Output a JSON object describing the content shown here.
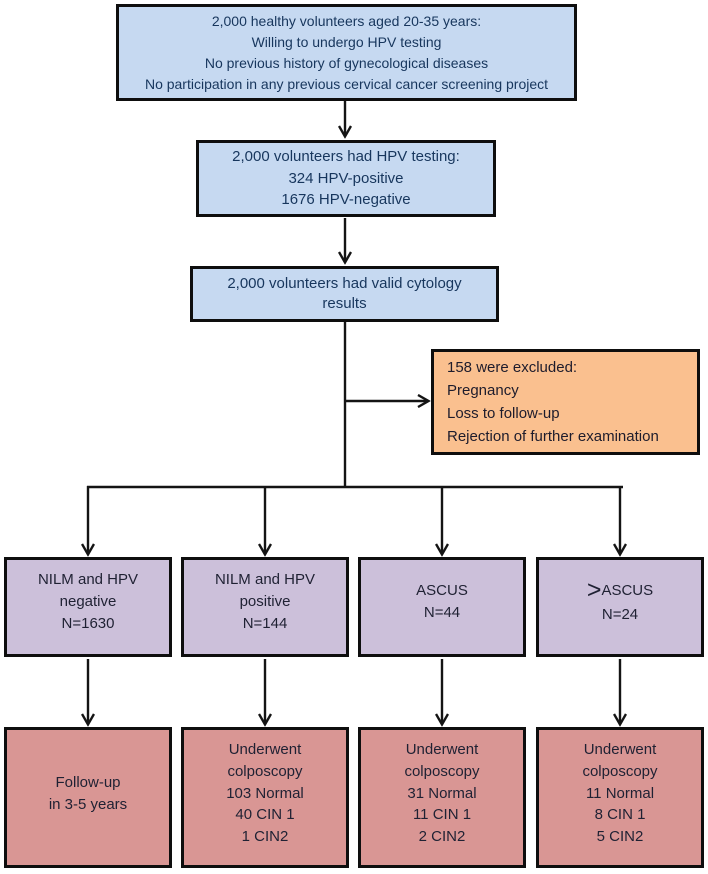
{
  "colors": {
    "box_blue": "#c6d9f1",
    "box_orange": "#fac08f",
    "box_purple": "#ccc0da",
    "box_pink": "#d99694",
    "border": "#0e0e0e",
    "line": "#141414"
  },
  "flowchart": {
    "enrolled": {
      "lines": [
        "2,000 healthy volunteers aged 20-35 years:",
        "Willing to undergo HPV testing",
        "No previous history of gynecological diseases",
        "No participation in any previous cervical cancer screening project"
      ]
    },
    "hpv_testing": {
      "lines": [
        "2,000 volunteers had HPV testing:",
        "324 HPV-positive",
        "1676 HPV-negative"
      ]
    },
    "cytology": {
      "lines": [
        "2,000 volunteers had valid cytology",
        "results"
      ]
    },
    "excluded": {
      "lines": [
        "158 were excluded:",
        "Pregnancy",
        "Loss to follow-up",
        "Rejection of further examination"
      ]
    },
    "groups": [
      {
        "lines": [
          "NILM and HPV",
          "negative",
          "N=1630"
        ]
      },
      {
        "lines": [
          "NILM and HPV",
          "positive",
          "N=144"
        ]
      },
      {
        "lines": [
          "ASCUS",
          "N=44"
        ]
      },
      {
        "symbol": ">",
        "label": "ASCUS",
        "count": "N=24"
      }
    ],
    "outcomes": [
      {
        "lines": [
          "Follow-up",
          "in 3-5 years"
        ]
      },
      {
        "lines": [
          "Underwent",
          "colposcopy",
          "103 Normal",
          "40 CIN 1",
          "1 CIN2"
        ]
      },
      {
        "lines": [
          "Underwent",
          "colposcopy",
          "31 Normal",
          "11 CIN 1",
          "2 CIN2"
        ]
      },
      {
        "lines": [
          "Underwent",
          "colposcopy",
          "11 Normal",
          "8 CIN 1",
          "5 CIN2"
        ]
      }
    ]
  }
}
